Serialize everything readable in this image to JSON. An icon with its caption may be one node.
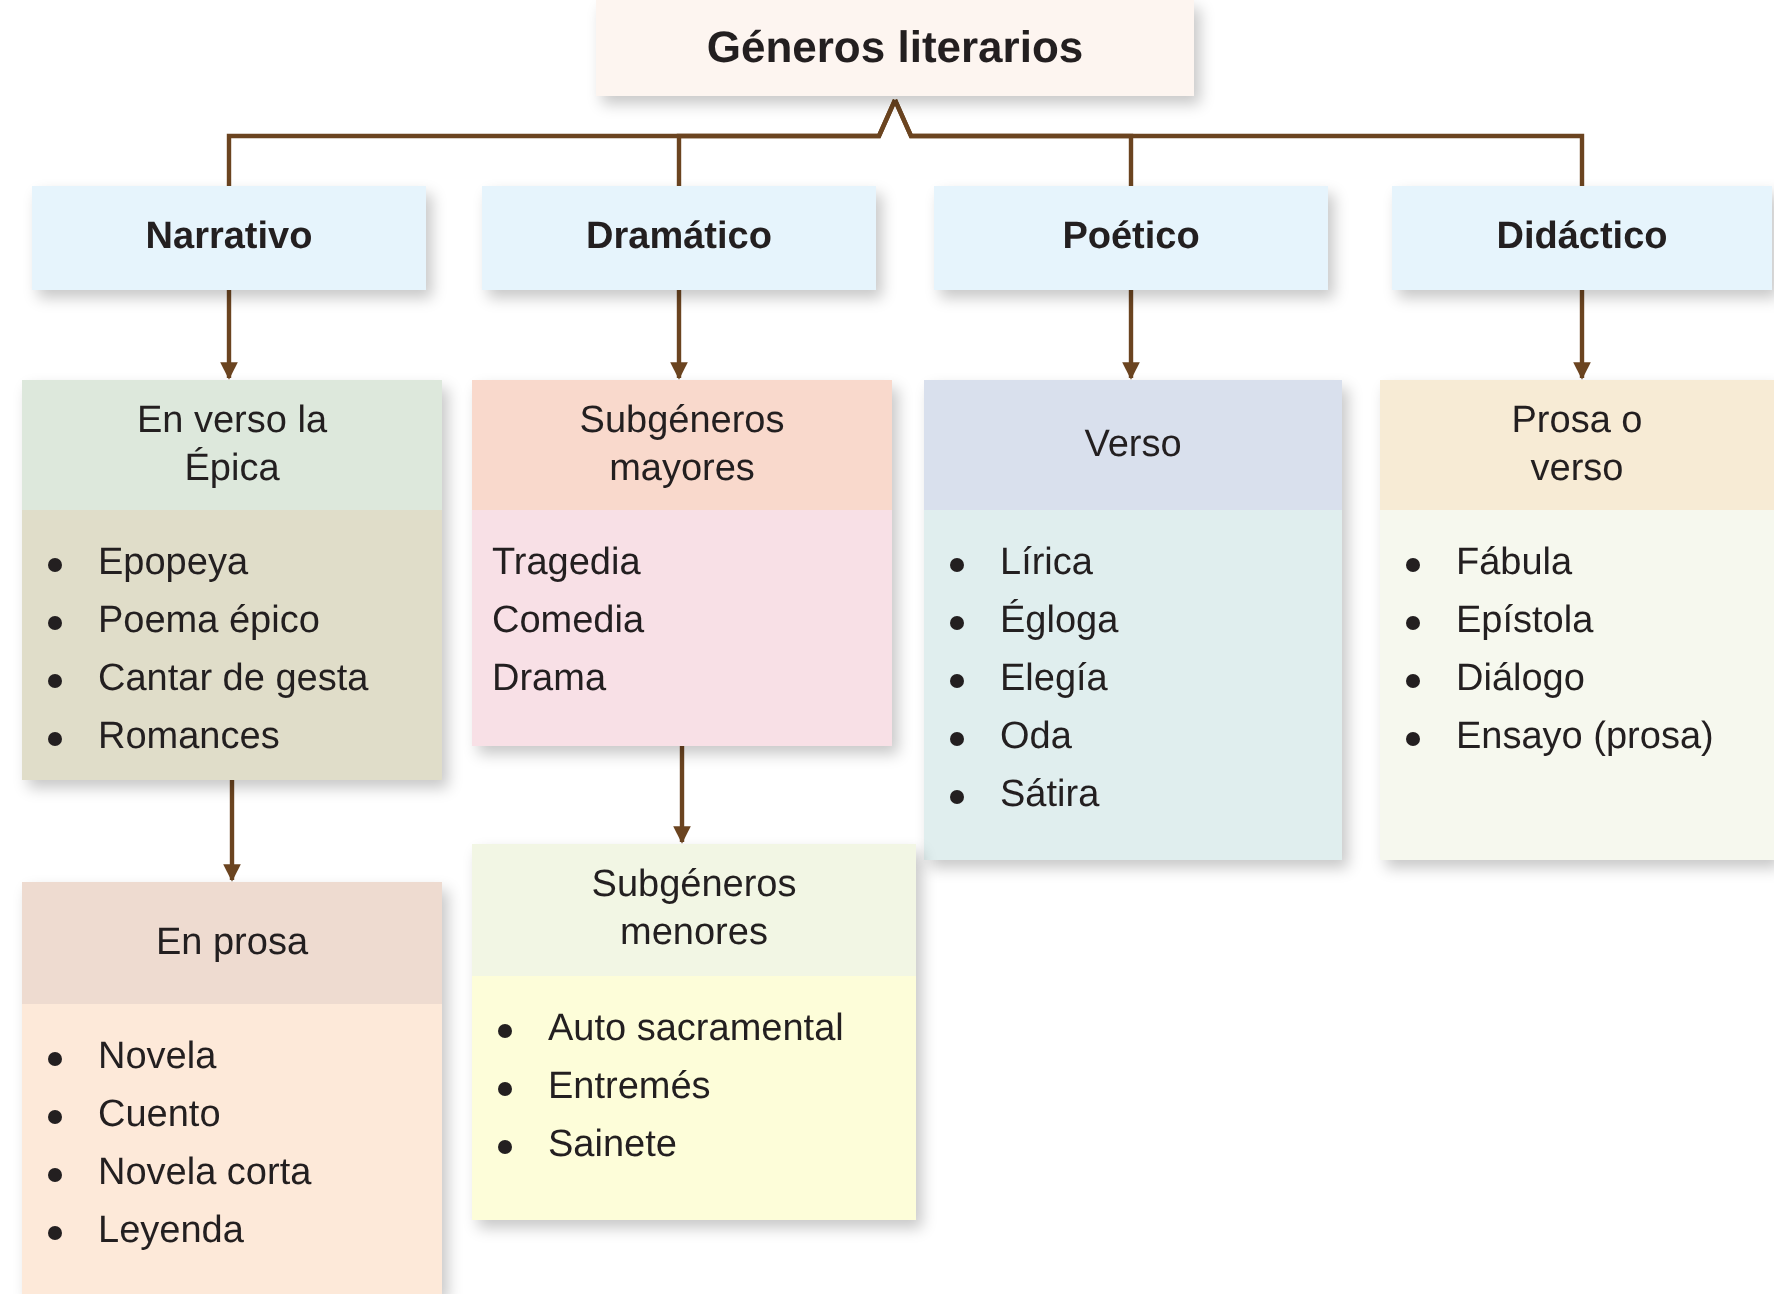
{
  "diagram": {
    "nodes": [
      {
        "text": [
          "Géneros literarios"
        ]
      },
      {
        "text": [
          "Narrativo"
        ]
      },
      {
        "text": [
          "Dramático"
        ]
      },
      {
        "text": [
          "Poético"
        ]
      },
      {
        "text": [
          "Didáctico"
        ]
      },
      {
        "text": [
          "En verso la Épica",
          "Epopeya",
          "Poema épico",
          "Cantar de gesta",
          "Romances"
        ]
      },
      {
        "text": [
          "Subgéneros mayores",
          "Tragedia",
          "Comedia",
          "Drama"
        ]
      },
      {
        "text": [
          "Verso",
          "Lírica",
          "Égloga",
          "Elegía",
          "Oda",
          "Sátira"
        ]
      },
      {
        "text": [
          "Prosa o verso",
          "Fábula",
          "Epístola",
          "Diálogo",
          "Ensayo (prosa)"
        ]
      },
      {
        "text": [
          "En prosa",
          "Novela",
          "Cuento",
          "Novela corta",
          "Leyenda"
        ]
      },
      {
        "text": [
          "Subgéneros menores",
          "Auto sacramental",
          "Entremés",
          "Sainete"
        ]
      }
    ],
    "edges": [
      {
        "from": 0,
        "to": 1,
        "arrow": "none"
      },
      {
        "from": 0,
        "to": 2,
        "arrow": "none"
      },
      {
        "from": 0,
        "to": 3,
        "arrow": "none"
      },
      {
        "from": 0,
        "to": 4,
        "arrow": "none"
      },
      {
        "from": 1,
        "to": 5,
        "arrow": "to"
      },
      {
        "from": 2,
        "to": 6,
        "arrow": "to"
      },
      {
        "from": 3,
        "to": 7,
        "arrow": "to"
      },
      {
        "from": 4,
        "to": 8,
        "arrow": "to"
      },
      {
        "from": 5,
        "to": 9,
        "arrow": "to"
      },
      {
        "from": 6,
        "to": 10,
        "arrow": "to"
      }
    ]
  }
}
